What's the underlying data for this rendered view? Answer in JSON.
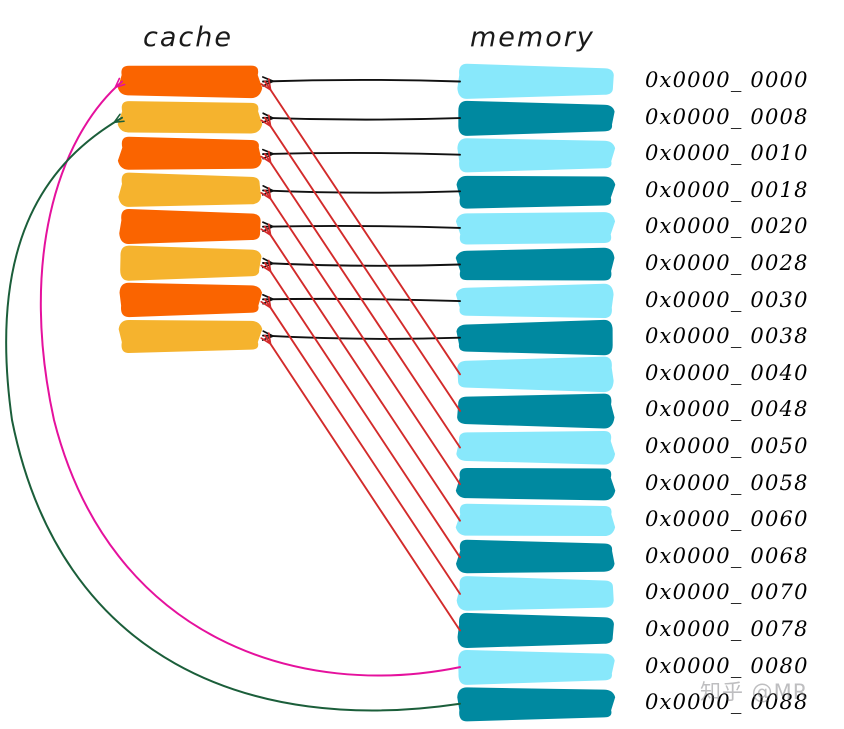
{
  "titles": {
    "cache": "cache",
    "memory": "memory"
  },
  "watermark": {
    "text": "知乎 @MR"
  },
  "palette": {
    "cache_odd": "#FA6400",
    "cache_even": "#F5B32E",
    "memory_odd": "#88E8FB",
    "memory_even": "#0089A0",
    "arrow_black": "#111111",
    "arrow_red": "#D32B2B",
    "arrow_magenta": "#E5119D",
    "arrow_green": "#1B5E3A",
    "background": "#FFFFFF",
    "text": "#000000"
  },
  "cache": {
    "block_count": 8,
    "blocks": [
      {
        "index": 0,
        "color": "#FA6400"
      },
      {
        "index": 1,
        "color": "#F5B32E"
      },
      {
        "index": 2,
        "color": "#FA6400"
      },
      {
        "index": 3,
        "color": "#F5B32E"
      },
      {
        "index": 4,
        "color": "#FA6400"
      },
      {
        "index": 5,
        "color": "#F5B32E"
      },
      {
        "index": 6,
        "color": "#FA6400"
      },
      {
        "index": 7,
        "color": "#F5B32E"
      }
    ]
  },
  "memory": {
    "block_count": 18,
    "blocks": [
      {
        "index": 0,
        "address": "0x0000_0000",
        "color": "#88E8FB"
      },
      {
        "index": 1,
        "address": "0x0000_0008",
        "color": "#0089A0"
      },
      {
        "index": 2,
        "address": "0x0000_0010",
        "color": "#88E8FB"
      },
      {
        "index": 3,
        "address": "0x0000_0018",
        "color": "#0089A0"
      },
      {
        "index": 4,
        "address": "0x0000_0020",
        "color": "#88E8FB"
      },
      {
        "index": 5,
        "address": "0x0000_0028",
        "color": "#0089A0"
      },
      {
        "index": 6,
        "address": "0x0000_0030",
        "color": "#88E8FB"
      },
      {
        "index": 7,
        "address": "0x0000_0038",
        "color": "#0089A0"
      },
      {
        "index": 8,
        "address": "0x0000_0040",
        "color": "#88E8FB"
      },
      {
        "index": 9,
        "address": "0x0000_0048",
        "color": "#0089A0"
      },
      {
        "index": 10,
        "address": "0x0000_0050",
        "color": "#88E8FB"
      },
      {
        "index": 11,
        "address": "0x0000_0058",
        "color": "#0089A0"
      },
      {
        "index": 12,
        "address": "0x0000_0060",
        "color": "#88E8FB"
      },
      {
        "index": 13,
        "address": "0x0000_0068",
        "color": "#0089A0"
      },
      {
        "index": 14,
        "address": "0x0000_0070",
        "color": "#88E8FB"
      },
      {
        "index": 15,
        "address": "0x0000_0078",
        "color": "#0089A0"
      },
      {
        "index": 16,
        "address": "0x0000_0080",
        "color": "#88E8FB"
      },
      {
        "index": 17,
        "address": "0x0000_0088",
        "color": "#0089A0"
      }
    ]
  },
  "addresses": [
    "0x0000_ 0000",
    "0x0000_ 0008",
    "0x0000_ 0010",
    "0x0000_ 0018",
    "0x0000_ 0020",
    "0x0000_ 0028",
    "0x0000_ 0030",
    "0x0000_ 0038",
    "0x0000_ 0040",
    "0x0000_ 0048",
    "0x0000_ 0050",
    "0x0000_ 0058",
    "0x0000_ 0060",
    "0x0000_ 0068",
    "0x0000_ 0070",
    "0x0000_ 0078",
    "0x0000_ 0080",
    "0x0000_ 0088"
  ],
  "mappings": {
    "black_arrows": [
      {
        "from_memory": 0,
        "to_cache": 0
      },
      {
        "from_memory": 1,
        "to_cache": 1
      },
      {
        "from_memory": 2,
        "to_cache": 2
      },
      {
        "from_memory": 3,
        "to_cache": 3
      },
      {
        "from_memory": 4,
        "to_cache": 4
      },
      {
        "from_memory": 5,
        "to_cache": 5
      },
      {
        "from_memory": 6,
        "to_cache": 6
      },
      {
        "from_memory": 7,
        "to_cache": 7
      }
    ],
    "red_arrows": [
      {
        "from_memory": 8,
        "to_cache": 0
      },
      {
        "from_memory": 9,
        "to_cache": 1
      },
      {
        "from_memory": 10,
        "to_cache": 2
      },
      {
        "from_memory": 11,
        "to_cache": 3
      },
      {
        "from_memory": 12,
        "to_cache": 4
      },
      {
        "from_memory": 13,
        "to_cache": 5
      },
      {
        "from_memory": 14,
        "to_cache": 6
      },
      {
        "from_memory": 15,
        "to_cache": 7
      }
    ],
    "magenta_arrow": {
      "from_memory": 16,
      "to_cache": 0
    },
    "green_arrow": {
      "from_memory": 17,
      "to_cache": 1
    }
  }
}
